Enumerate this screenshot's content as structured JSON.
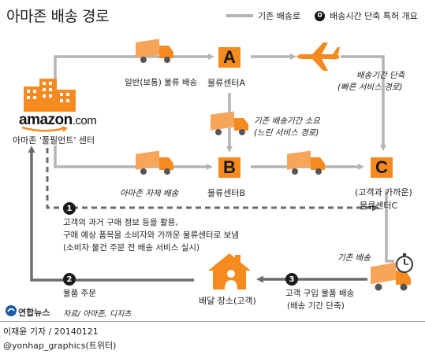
{
  "title": "아마존 배송 경로",
  "legend": {
    "line_label": "기존 배송로",
    "number_symbol": "0",
    "number_label": "배송시간 단축 특허 개요"
  },
  "origin": {
    "brand": "amazon",
    "brand_suffix": ".com",
    "label": "아마존 '풀필먼트' 센터"
  },
  "routes": {
    "general_delivery": "일반(보통) 물류 배송",
    "own_delivery": "아마존 자체 배송",
    "short_route": "배송기간 단축",
    "short_route_note": "(빠른 서비스 경로)",
    "slow_route": "기존 배송기간 소요",
    "slow_route_note": "(느린 서비스 경로)",
    "existing_delivery": "기존 배송"
  },
  "centers": {
    "a_letter": "A",
    "a_label": "물류센터A",
    "b_letter": "B",
    "b_label": "물류센터B",
    "c_letter": "C",
    "c_label_line1": "(고객과 가까운)",
    "c_label_line2": "물류센터C"
  },
  "steps": {
    "s1_num": "1",
    "s1_line1": "고객의 과거 구매 정보 등을 활용,",
    "s1_line2": "구매 예상 품목을 소비자와 가까운 물류센터로 보냄",
    "s1_line3": "(소비자 물건 주문 전 배송 서비스 실시)",
    "s2_num": "2",
    "s2_label": "물품 주문",
    "s3_num": "3",
    "s3_line1": "고객 구입 물품 배송",
    "s3_line2": "(배송 기간 단축)"
  },
  "destination": {
    "label": "배달 장소(고객)"
  },
  "source": {
    "agency": "연합뉴스",
    "credit": "자료/ 아마존, 디지츠"
  },
  "footer": {
    "reporter": "이재윤 기자 / 20140121",
    "twitter": "@yonhap_graphics(트위터)"
  },
  "colors": {
    "accent_orange": "#f58a1f",
    "route_gray": "#b4b4b4",
    "dark_gray": "#6b6b6b",
    "number_black": "#1c1c1c"
  }
}
